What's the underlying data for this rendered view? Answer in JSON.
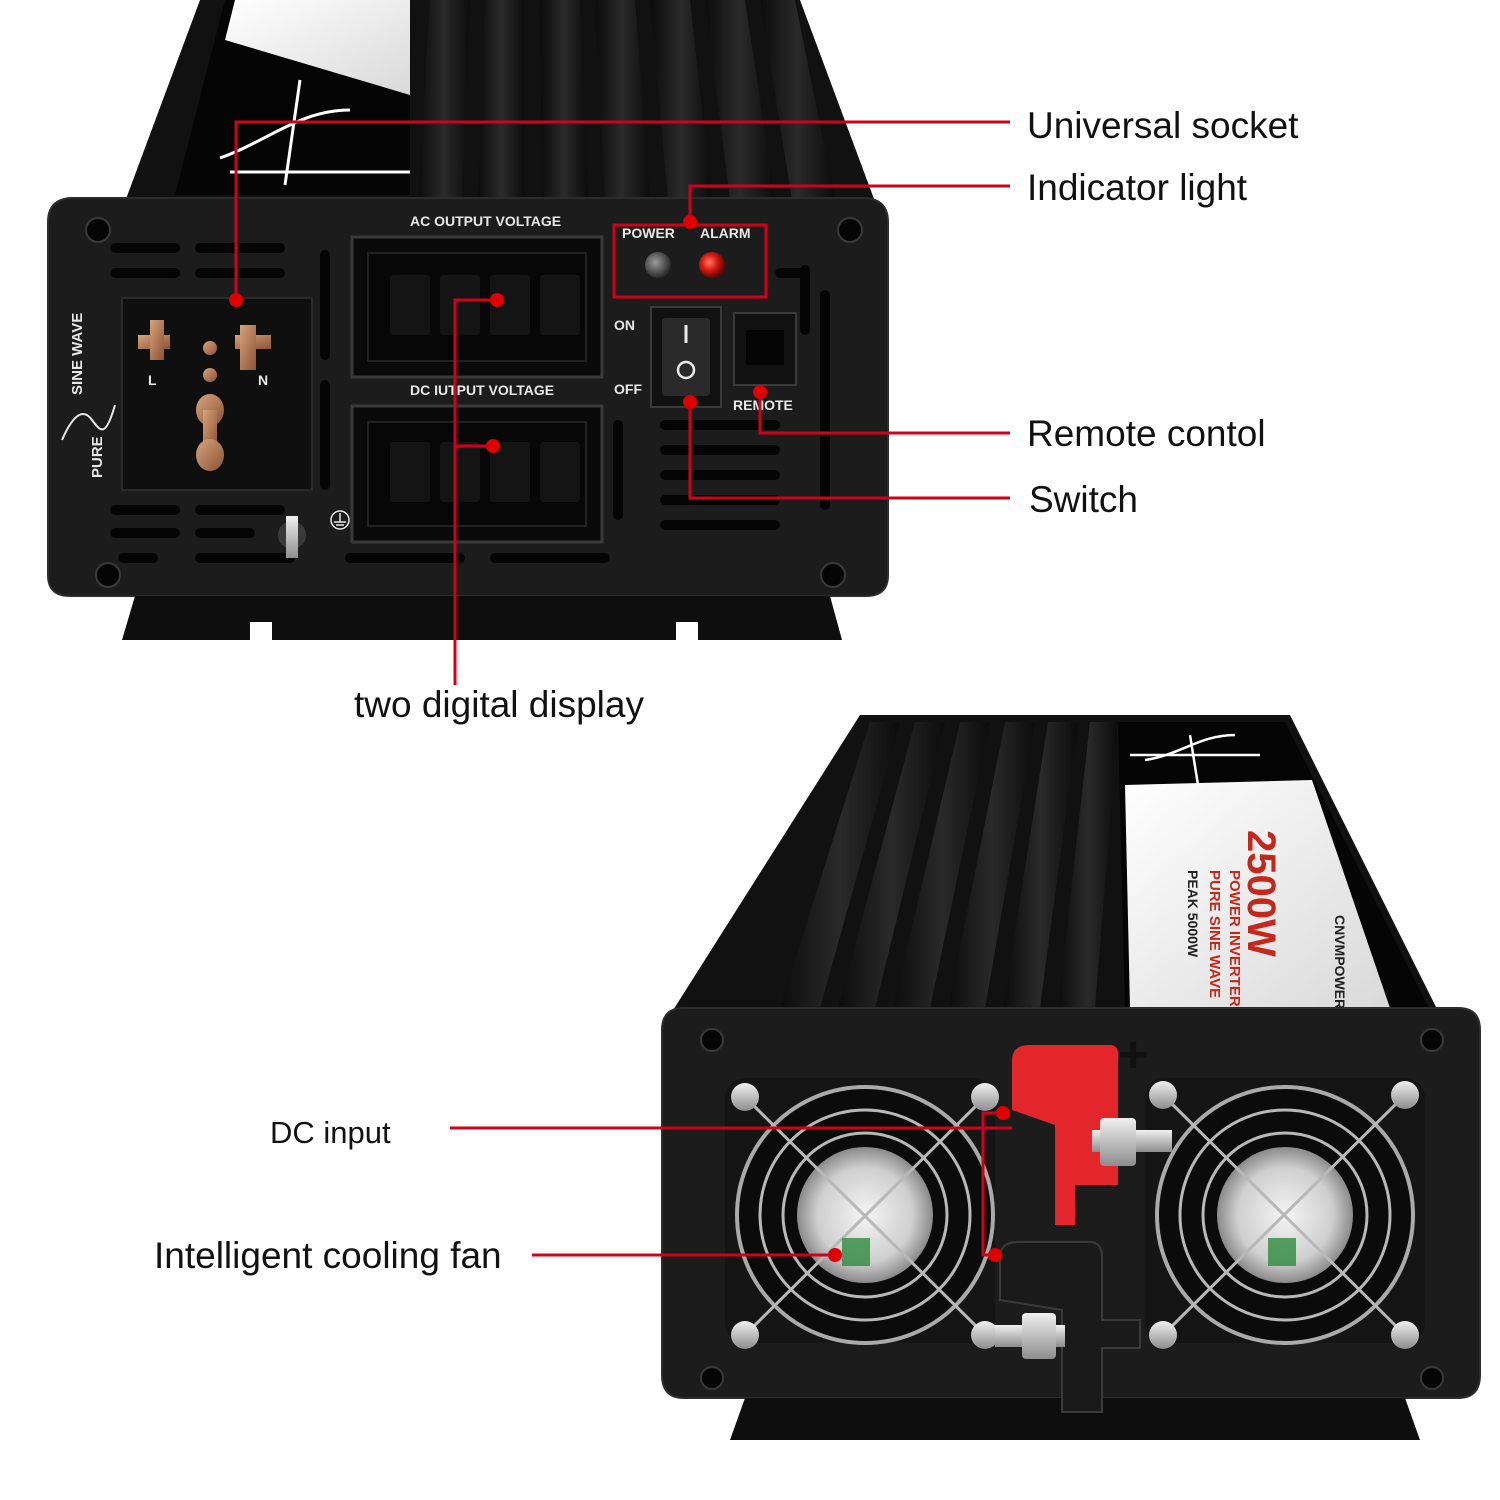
{
  "callouts": {
    "universal_socket": "Universal socket",
    "indicator_light": "Indicator light",
    "remote_control": "Remote contol",
    "switch": "Switch",
    "digital_display": "two digital display",
    "dc_input": "DC input",
    "cooling_fan": "Intelligent cooling fan"
  },
  "front_panel": {
    "ac_display_label": "AC OUTPUT VOLTAGE",
    "dc_display_label": "DC IUTPUT VOLTAGE",
    "power_label": "POWER",
    "alarm_label": "ALARM",
    "on_label": "ON",
    "off_label": "OFF",
    "remote_label": "REMOTE",
    "side_text_line1": "SINE WAVE",
    "side_text_line2": "PURE",
    "socket_left": "L",
    "socket_right": "N"
  },
  "back_unit": {
    "wattage": "2500W",
    "product_line1": "POWER INVERTER",
    "product_line2": "PURE SINE WAVE",
    "peak": "PEAK 5000W",
    "brand": "CNVMPOWER",
    "plus_sign": "+"
  },
  "colors": {
    "callout_line": "#d0021b",
    "callout_dot": "#e00000",
    "terminal_red": "#e3262b",
    "terminal_black": "#1a1a1a",
    "housing": "#141414",
    "panel": "#1e1e1e"
  },
  "icons": [
    "screw-icon",
    "ground-icon",
    "sine-wave-icon",
    "fan-icon"
  ]
}
